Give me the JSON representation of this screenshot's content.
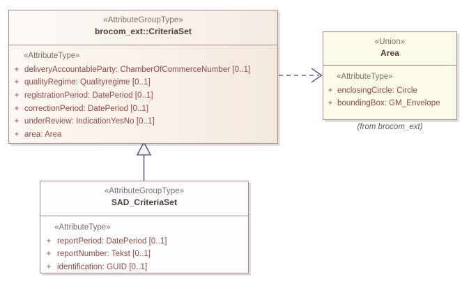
{
  "diagram": {
    "type": "uml-class-diagram",
    "background": "#ffffff",
    "colors": {
      "class_border": "#a58b8b",
      "attribute_text": "#8a4b44",
      "stereotype_text": "#7d6f6a",
      "classname_text": "#4d3b38",
      "connector": "#5a6384",
      "criteriaset_fill": "#f7efe7",
      "area_fill": "#fafae6",
      "sad_fill": "#fdfdfd"
    }
  },
  "classes": {
    "criteria_set": {
      "stereotype": "«AttributeGroupType»",
      "name": "brocom_ext::CriteriaSet",
      "compartment_stereotype": "«AttributeType»",
      "attributes": [
        {
          "visibility": "+",
          "text": "deliveryAccountableParty: ChamberOfCommerceNumber [0..1]"
        },
        {
          "visibility": "+",
          "text": "qualityRegime: Qualityregime [0..1]"
        },
        {
          "visibility": "+",
          "text": "registrationPeriod: DatePeriod [0..1]"
        },
        {
          "visibility": "+",
          "text": "correctionPeriod: DatePeriod [0..1]"
        },
        {
          "visibility": "+",
          "text": "underReview: IndicationYesNo [0..1]"
        },
        {
          "visibility": "+",
          "text": "area: Area"
        }
      ]
    },
    "area": {
      "stereotype": "«Union»",
      "name": "Area",
      "compartment_stereotype": "«AttributeType»",
      "attributes": [
        {
          "visibility": "+",
          "text": "enclosingCircle: Circle"
        },
        {
          "visibility": "+",
          "text": "boundingBox: GM_Envelope"
        }
      ],
      "from_package": "(from brocom_ext)"
    },
    "sad_criteria_set": {
      "stereotype": "«AttributeGroupType»",
      "name": "SAD_CriteriaSet",
      "compartment_stereotype": "«AttributeType»",
      "attributes": [
        {
          "visibility": "+",
          "text": "reportPeriod: DatePeriod [0..1]"
        },
        {
          "visibility": "+",
          "text": "reportNumber: Tekst [0..1]"
        },
        {
          "visibility": "+",
          "text": "identification: GUID [0..1]"
        }
      ]
    }
  },
  "connectors": [
    {
      "kind": "dependency",
      "style": "dashed-open-arrow",
      "source": "brocom_ext::CriteriaSet",
      "target": "Area",
      "label": ""
    },
    {
      "kind": "generalization",
      "style": "solid-hollow-triangle",
      "source": "SAD_CriteriaSet",
      "target": "brocom_ext::CriteriaSet",
      "label": ""
    }
  ]
}
